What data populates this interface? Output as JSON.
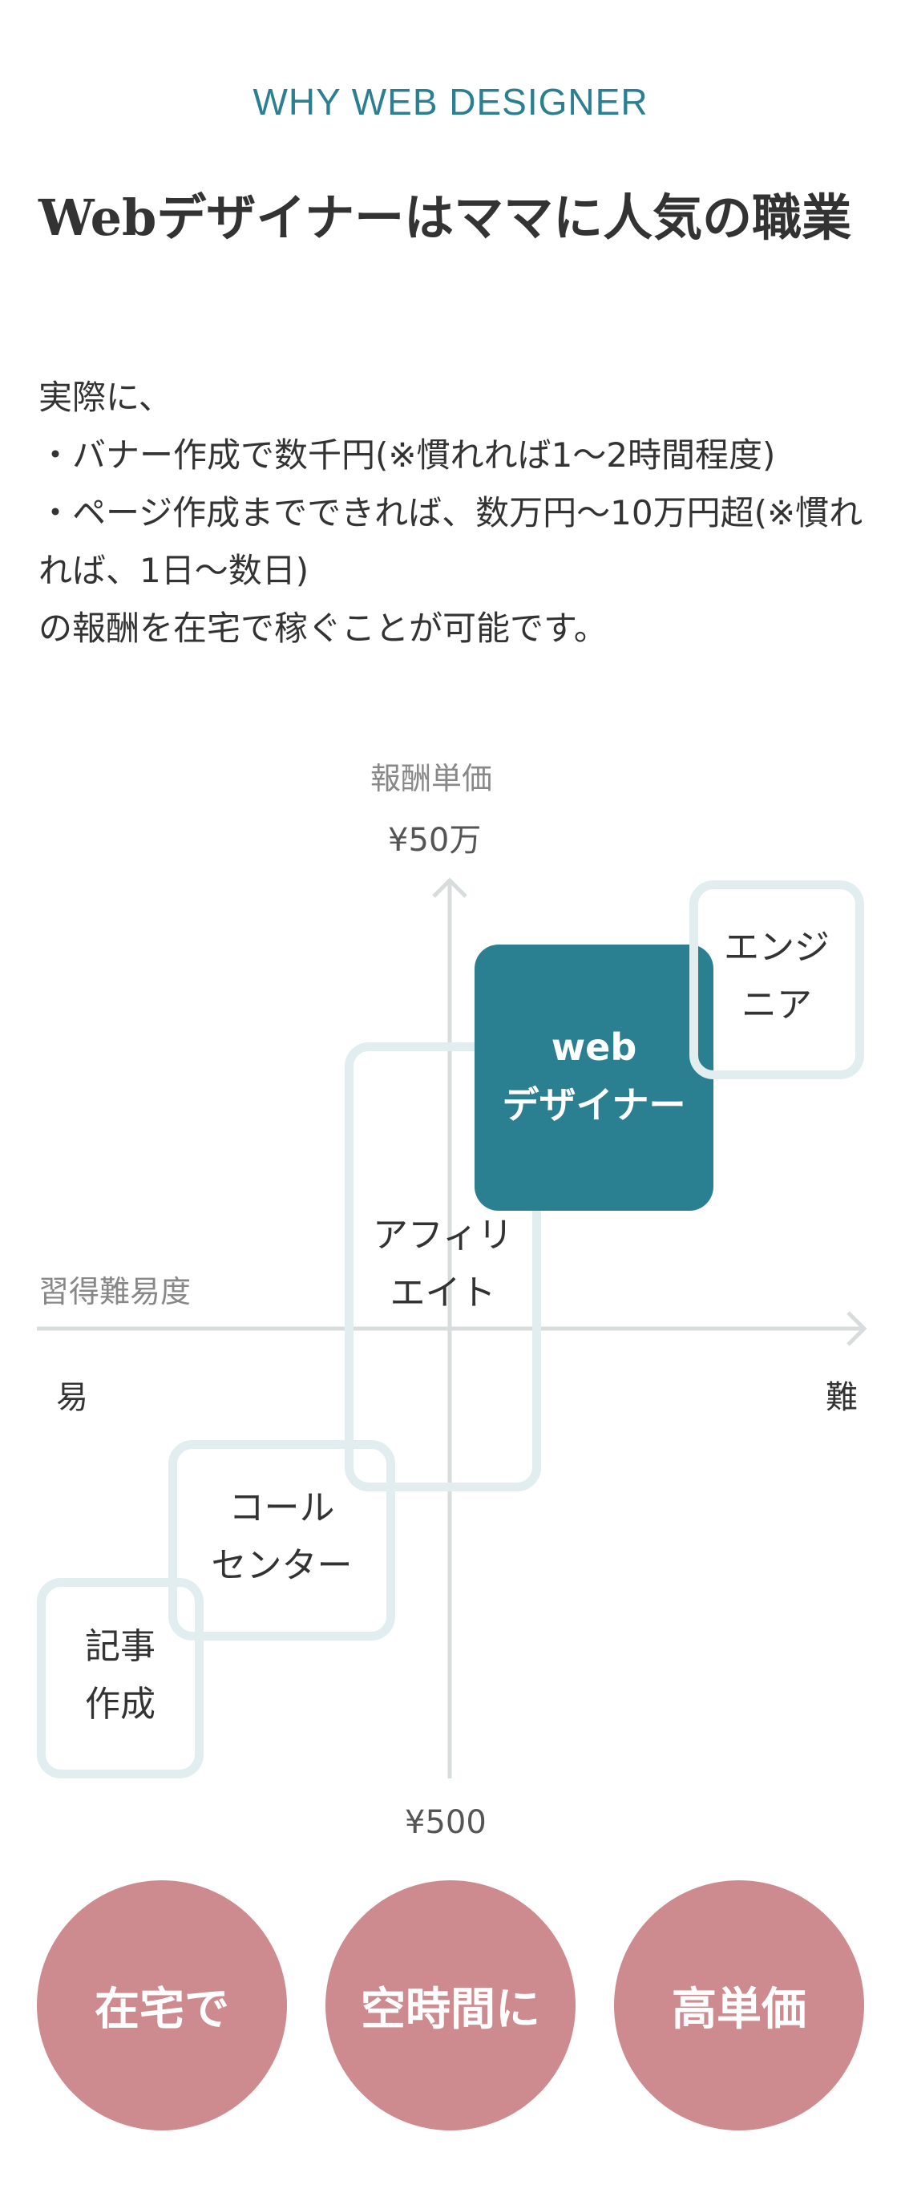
{
  "section": {
    "eyebrow": "WHY WEB DESIGNER",
    "title": "Webデザイナーはママに人気の職業",
    "body_lines": [
      "実際に、",
      "・バナー作成で数千円(※慣れれば1〜2時間程度)",
      "・ページ作成までできれば、数万円〜10万円超(※慣れれば、1日〜数日)",
      "の報酬を在宅で稼ぐことが可能です。"
    ]
  },
  "chart": {
    "y_axis_label": "報酬単価",
    "y_max_label": "¥50万",
    "y_min_label": "¥500",
    "x_axis_label": "習得難易度",
    "x_min_label": "易",
    "x_max_label": "難",
    "jobs": [
      {
        "line1": "記事",
        "line2": "作成"
      },
      {
        "line1": "コール",
        "line2": "センター"
      },
      {
        "line1": "アフィリ",
        "line2": "エイト"
      },
      {
        "line1": "web",
        "line2": "デザイナー"
      },
      {
        "line1": "エンジ",
        "line2": "ニア"
      }
    ],
    "colors": {
      "axis": "#d9dcdd",
      "box_border": "#e2edf0",
      "highlight": "#2a7f91"
    }
  },
  "features": [
    {
      "label": "在宅で"
    },
    {
      "label": "空時間に"
    },
    {
      "label": "高単価"
    }
  ],
  "colors": {
    "accent": "#2a7f91",
    "circle": "#cd8a8f",
    "text": "#333333"
  }
}
